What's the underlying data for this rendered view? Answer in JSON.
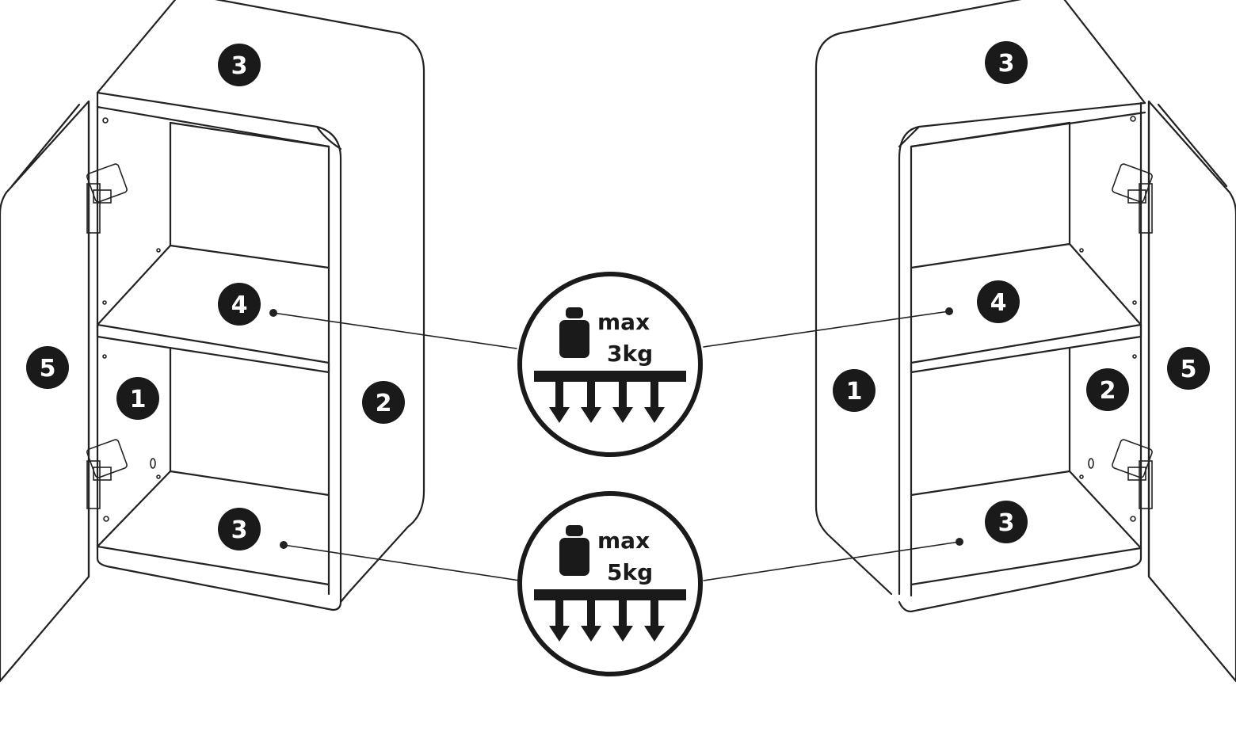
{
  "colors": {
    "line": "#222222",
    "badge_fill": "#1a1a1a",
    "badge_text": "#ffffff",
    "background": "#ffffff"
  },
  "left_cabinet": {
    "side_left": "1",
    "side_right": "2",
    "top": "3",
    "shelf": "4",
    "bottom": "3",
    "door": "5"
  },
  "right_cabinet": {
    "side_left": "1",
    "side_right": "2",
    "top": "3",
    "shelf": "4",
    "bottom": "3",
    "door": "5"
  },
  "load_badges": {
    "shelf": {
      "line1": "max",
      "line2": "3kg",
      "icon": "weight-icon"
    },
    "bottom": {
      "line1": "max",
      "line2": "5kg",
      "icon": "weight-icon"
    }
  }
}
